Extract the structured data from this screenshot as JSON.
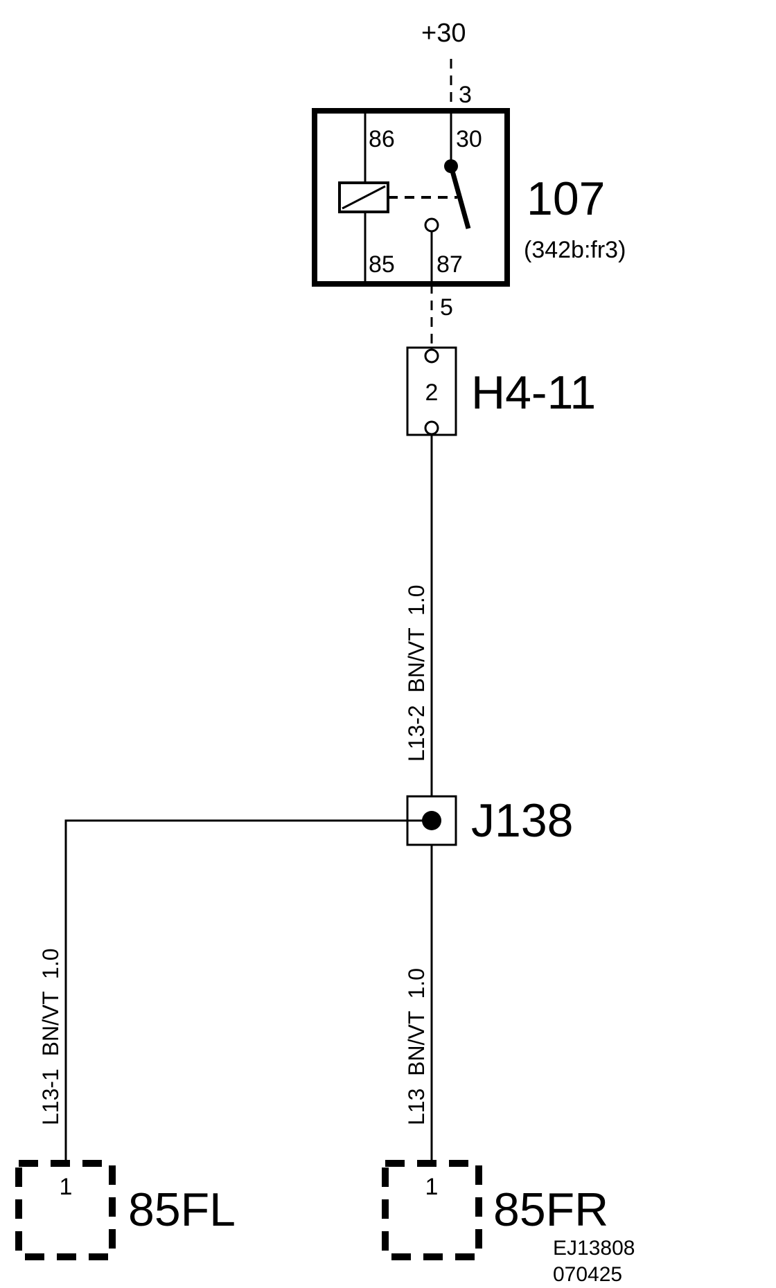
{
  "supply": {
    "label": "+30",
    "pin": "3"
  },
  "relay": {
    "id": "107",
    "ref": "(342b:fr3)",
    "pins": {
      "p86": "86",
      "p85": "85",
      "p30": "30",
      "p87": "87"
    },
    "out_pin": "5"
  },
  "fuse": {
    "id": "H4-11",
    "number": "2"
  },
  "wire_top": {
    "label": "L13-2  BN/VT  1.0"
  },
  "junction": {
    "id": "J138"
  },
  "wire_left": {
    "label": "L13-1  BN/VT  1.0"
  },
  "wire_right": {
    "label": "L13  BN/VT  1.0"
  },
  "connector_left": {
    "id": "85FL",
    "pin": "1"
  },
  "connector_right": {
    "id": "85FR",
    "pin": "1"
  },
  "drawing_code": {
    "line1": "EJ13808",
    "line2": "070425"
  }
}
